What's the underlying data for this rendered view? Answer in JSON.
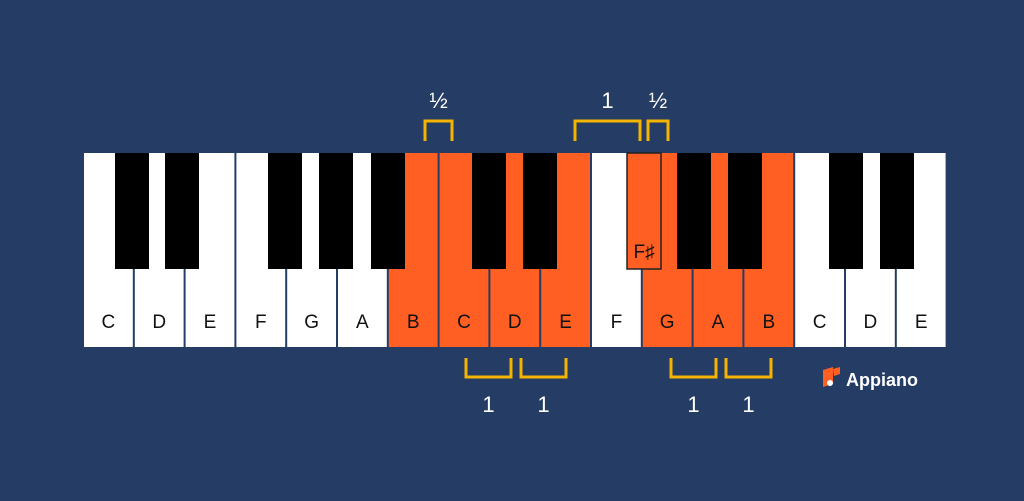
{
  "colors": {
    "background": "#253c64",
    "highlight": "#ff5f22",
    "bracket": "#f5b400",
    "white_key": "#ffffff",
    "black_key": "#000000"
  },
  "white_keys": [
    {
      "label": "C",
      "highlighted": false
    },
    {
      "label": "D",
      "highlighted": false
    },
    {
      "label": "E",
      "highlighted": false
    },
    {
      "label": "F",
      "highlighted": false
    },
    {
      "label": "G",
      "highlighted": false
    },
    {
      "label": "A",
      "highlighted": false
    },
    {
      "label": "B",
      "highlighted": true
    },
    {
      "label": "C",
      "highlighted": true
    },
    {
      "label": "D",
      "highlighted": true
    },
    {
      "label": "E",
      "highlighted": true
    },
    {
      "label": "F",
      "highlighted": false
    },
    {
      "label": "G",
      "highlighted": true
    },
    {
      "label": "A",
      "highlighted": true
    },
    {
      "label": "B",
      "highlighted": true
    },
    {
      "label": "C",
      "highlighted": false
    },
    {
      "label": "D",
      "highlighted": false
    },
    {
      "label": "E",
      "highlighted": false
    }
  ],
  "black_keys": [
    {
      "label": "",
      "highlighted": false
    },
    {
      "label": "",
      "highlighted": false
    },
    {
      "label": "",
      "highlighted": false
    },
    {
      "label": "",
      "highlighted": false
    },
    {
      "label": "",
      "highlighted": false
    },
    {
      "label": "",
      "highlighted": false
    },
    {
      "label": "",
      "highlighted": false
    },
    {
      "label": "F♯",
      "highlighted": true
    },
    {
      "label": "",
      "highlighted": false
    },
    {
      "label": "",
      "highlighted": false
    },
    {
      "label": "",
      "highlighted": false
    },
    {
      "label": "",
      "highlighted": false
    }
  ],
  "intervals_top": [
    {
      "label": "½"
    },
    {
      "label": "1"
    },
    {
      "label": "½"
    }
  ],
  "intervals_bottom": [
    {
      "label": "1"
    },
    {
      "label": "1"
    },
    {
      "label": "1"
    },
    {
      "label": "1"
    }
  ],
  "logo": {
    "text": "Appiano"
  }
}
